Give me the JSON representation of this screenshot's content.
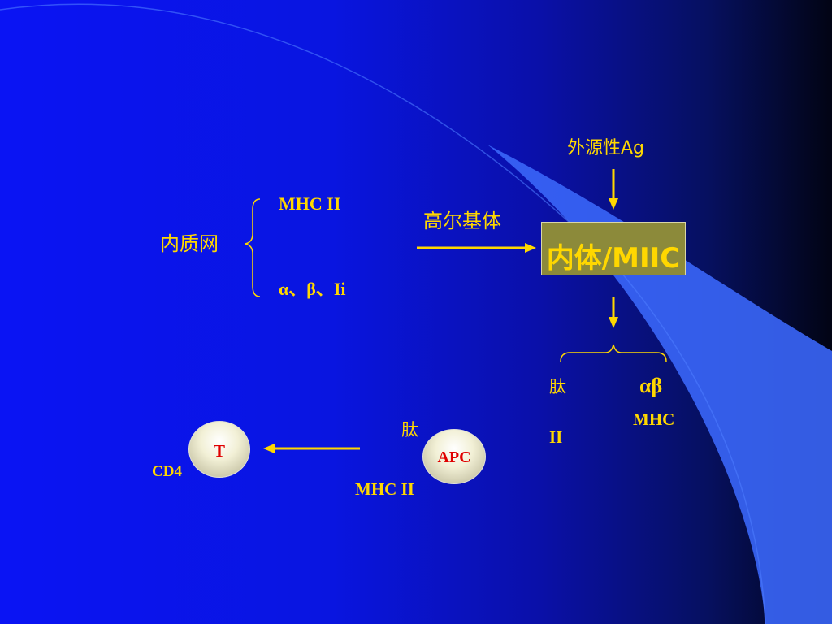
{
  "diagram": {
    "er_label": "内质网",
    "mhc_ii_top": "MHC II",
    "chains_label": "α、β、Ii",
    "golgi_label": "高尔基体",
    "exogenous_ag": "外源性Ag",
    "endosome_label": "内体/MIIC",
    "peptide_label_right": "肽",
    "alpha_beta": "αβ",
    "mhc_right": "MHC",
    "ii_right": "II",
    "peptide_label_apc": "肽",
    "apc_label": "APC",
    "mhc_ii_bottom": "MHC II",
    "t_cell_label": "T",
    "cd4_label": "CD4"
  },
  "colors": {
    "text": "#ffd700",
    "cell_text": "#e00000",
    "background_left": "#0a14f4",
    "background_right": "#020414",
    "swoosh": "#3a66f8",
    "endosome_fill": "#8c8a3a"
  }
}
